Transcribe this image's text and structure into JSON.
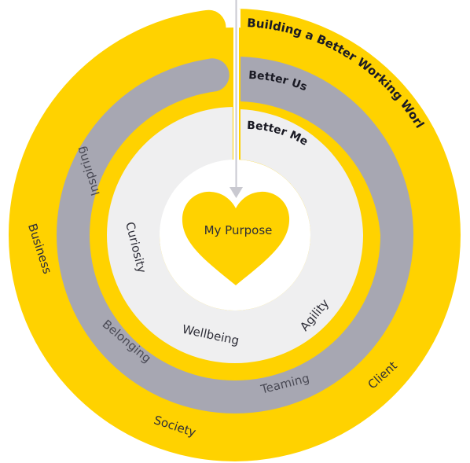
{
  "diagram": {
    "colors": {
      "yellow": "#FFD200",
      "gray": "#A7A7B2",
      "light": "#EFEFF0",
      "white": "#FFFFFF",
      "text_dark": "#2E2E38"
    },
    "center": {
      "label": "My Purpose",
      "icon": "heart-icon"
    },
    "rings": {
      "outer": {
        "title": "Building a Better Working World",
        "items": [
          "Business",
          "Society",
          "Client"
        ]
      },
      "middle": {
        "title": "Better Us",
        "items": [
          "Inspiring",
          "Belonging",
          "Teaming"
        ]
      },
      "inner": {
        "title": "Better Me",
        "items": [
          "Curiosity",
          "Wellbeing",
          "Agility"
        ]
      }
    }
  }
}
